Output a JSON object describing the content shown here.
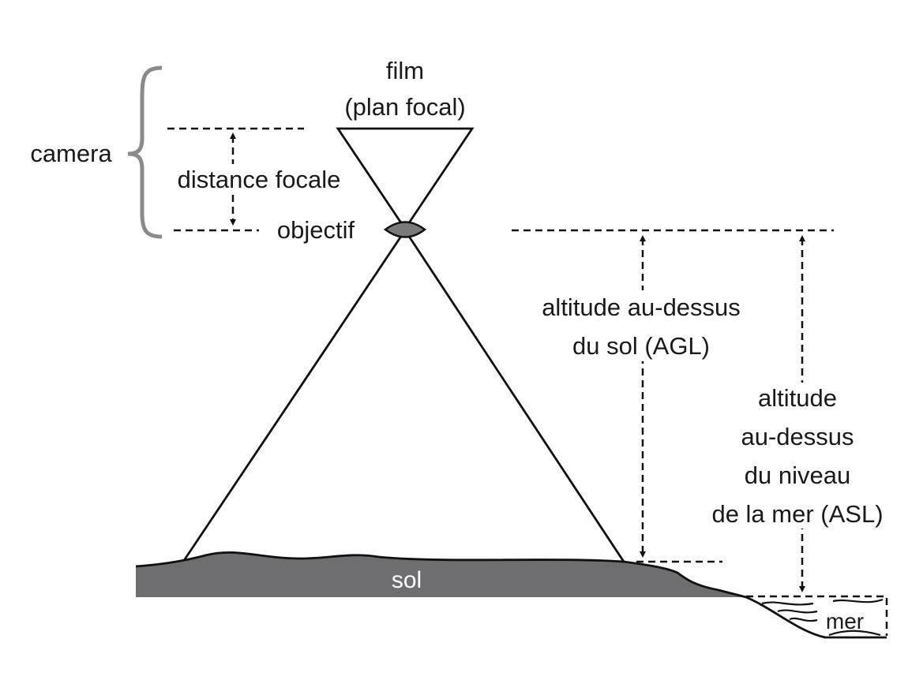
{
  "labels": {
    "camera": "camera",
    "film": "film",
    "plan_focal": "(plan focal)",
    "distance_focale": "distance focale",
    "objectif": "objectif",
    "agl_line1": "altitude au-dessus",
    "agl_line2": "du sol (AGL)",
    "asl_line1": "altitude",
    "asl_line2": "au-dessus",
    "asl_line3": "du niveau",
    "asl_line4": "de la mer (ASL)",
    "sol": "sol",
    "mer": "mer"
  },
  "colors": {
    "ground": "#6e6e70",
    "brace": "#8a8a8a",
    "lens": "#7a7a7a"
  }
}
